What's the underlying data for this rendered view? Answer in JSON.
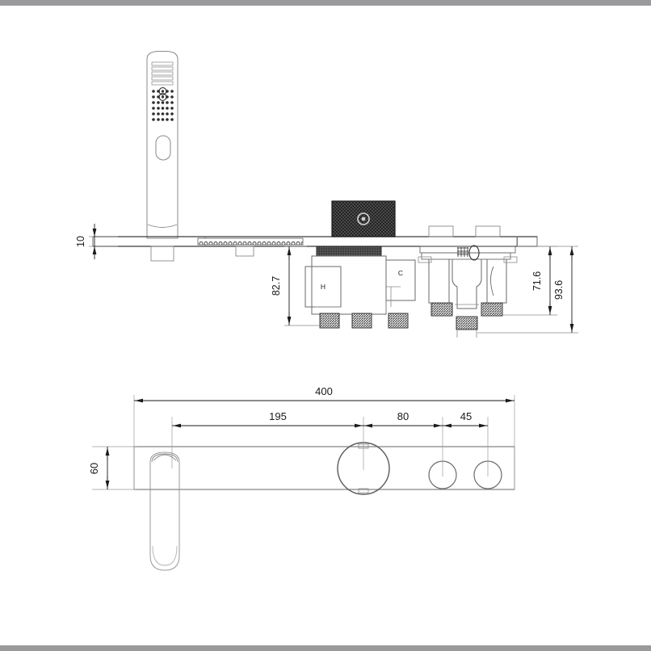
{
  "document": {
    "type": "technical-drawing",
    "subject": "Wall mounted thermostatic bath shower mixer trim with handset",
    "units": "mm",
    "views": [
      {
        "name": "front-elevation-with-section",
        "position": "top"
      },
      {
        "name": "plan-view",
        "position": "bottom"
      }
    ]
  },
  "dimensions": {
    "elevation": [
      {
        "id": "plate-thickness",
        "value": "10",
        "orientation": "vertical",
        "location": "left of elevation"
      },
      {
        "id": "valve-body-depth",
        "value": "82.7",
        "orientation": "vertical",
        "location": "center of elevation"
      },
      {
        "id": "outlet-centre-depth",
        "value": "71.6",
        "orientation": "vertical",
        "location": "right of elevation"
      },
      {
        "id": "overall-depth",
        "value": "93.6",
        "orientation": "vertical",
        "location": "far right of elevation"
      }
    ],
    "plan": [
      {
        "id": "overall-length",
        "value": "400",
        "orientation": "horizontal",
        "location": "top of plan"
      },
      {
        "id": "handset-to-dial",
        "value": "195",
        "orientation": "horizontal",
        "location": "plan second row"
      },
      {
        "id": "dial-to-button-1",
        "value": "80",
        "orientation": "horizontal",
        "location": "plan second row"
      },
      {
        "id": "button-1-to-button-2",
        "value": "45",
        "orientation": "horizontal",
        "location": "plan second row"
      },
      {
        "id": "plate-width",
        "value": "60",
        "orientation": "vertical",
        "location": "left of plan"
      }
    ]
  },
  "labels": {
    "hot_inlet": "H",
    "cold_inlet": "C"
  },
  "components": {
    "handset": {
      "name": "shower-handset",
      "note": "rounded bar handset with spray face grid"
    },
    "thermostatic_knob": {
      "name": "thermostatic-knob",
      "note": "knurled dark control knob above plate"
    },
    "control_dial": {
      "name": "large-control-dial",
      "note": "large circle in plan"
    },
    "buttons": [
      {
        "name": "diverter-button-1"
      },
      {
        "name": "diverter-button-2"
      }
    ],
    "outlets": [
      {
        "name": "threaded-outlet-left"
      },
      {
        "name": "threaded-outlet-centre"
      },
      {
        "name": "threaded-outlet-right"
      },
      {
        "name": "threaded-outlet-hot"
      },
      {
        "name": "threaded-outlet-cold"
      },
      {
        "name": "threaded-outlet-handset"
      }
    ]
  },
  "colors": {
    "line": "#3a3a3a",
    "thin_line": "#8a8a8a",
    "dimension_line": "#1a1a1a",
    "knob_dark": "#2b2b2b",
    "hatch": "#555555",
    "background": "#ffffff",
    "edge_bar": "#9a9a9c"
  }
}
